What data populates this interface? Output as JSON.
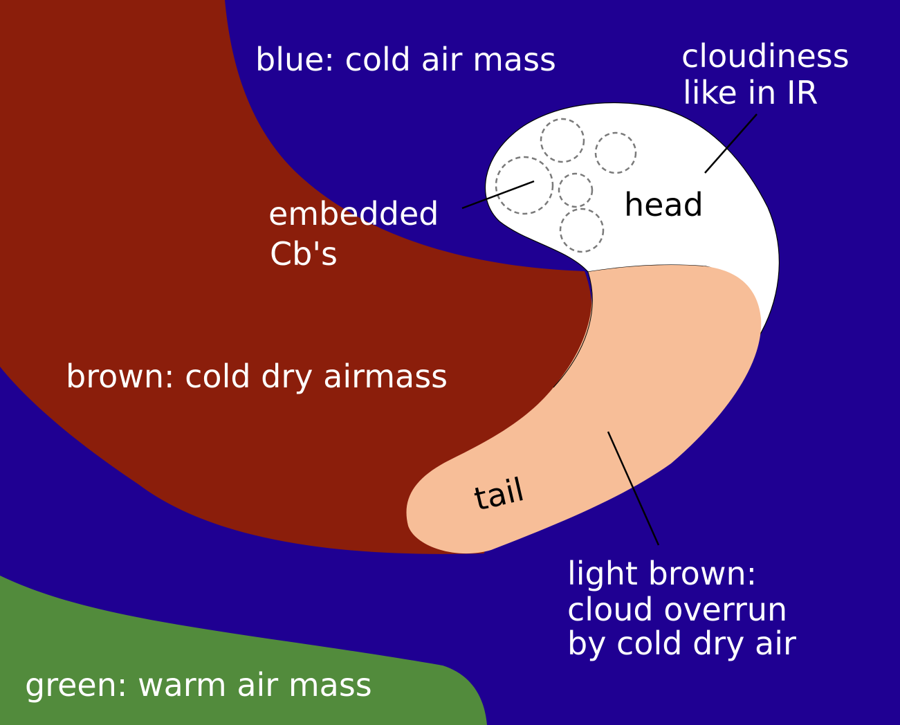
{
  "colors": {
    "cold_air": "#1f0092",
    "cold_dry": "#8b1e0b",
    "cloud_overrun": "#f7be98",
    "cloud_head": "#ffffff",
    "warm_air": "#528b3c"
  },
  "labels": {
    "blue_legend": "blue: cold air mass",
    "cloudiness_line1": "cloudiness",
    "cloudiness_line2": "like in IR",
    "head": "head",
    "embedded_line1": "embedded",
    "embedded_line2": "Cb's",
    "brown_legend": "brown: cold dry airmass",
    "tail": "tail",
    "light_brown_line1": "light brown:",
    "light_brown_line2": "cloud overrun",
    "light_brown_line3": "by cold dry air",
    "green_legend": "green: warm air mass"
  }
}
